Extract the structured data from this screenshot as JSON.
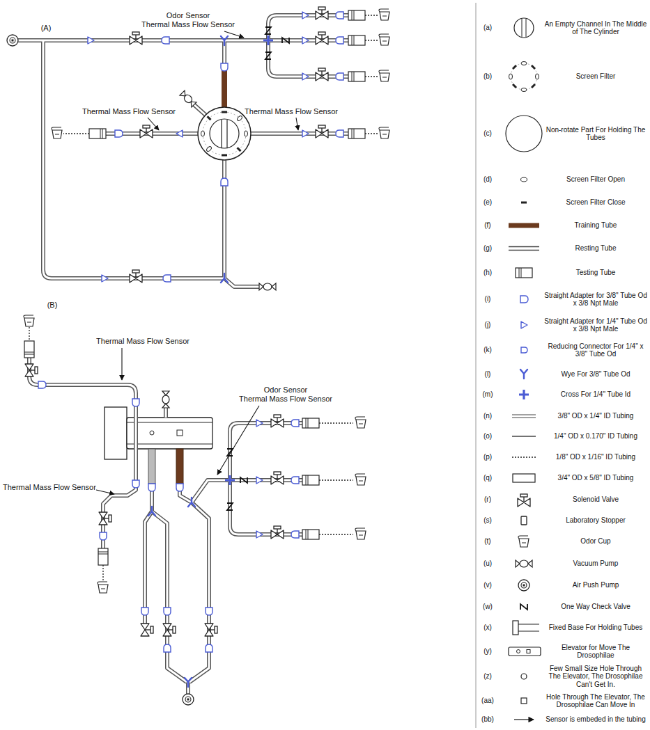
{
  "diagram": {
    "labels": [
      "(A)",
      "Odor Sensor",
      "Thermal Mass Flow Sensor",
      "Thermal Mass Flow Sensor",
      "Thermal Mass Flow Sensor",
      "(B)",
      "Thermal Mass Flow Sensor",
      "Odor Sensor",
      "Thermal Mass Flow Sensor",
      "Thermal Mass Flow Sensor",
      "(a)",
      "(b)",
      "(c)",
      "(d)",
      "(e)",
      "(f)",
      "(g)",
      "(h)",
      "(i)",
      "(j)",
      "(k)",
      "(l)",
      "(m)",
      "(n)",
      "(o)",
      "(p)",
      "(q)",
      "(r)",
      "(s)",
      "(t)",
      "(u)",
      "(v)",
      "(w)",
      "(x)",
      "(y)",
      "(z)",
      "(aa)",
      "(bb)"
    ],
    "legend": [
      {
        "text": "An Empty Channel In The Middle of The Cylinder"
      },
      {
        "text": "Screen Filter"
      },
      {
        "text": "Non-rotate Part For Holding The Tubes"
      },
      {
        "text": "Screen Filter Open"
      },
      {
        "text": "Screen Filter Close"
      },
      {
        "text": "Training Tube"
      },
      {
        "text": "Resting Tube"
      },
      {
        "text": "Testing Tube"
      },
      {
        "text": "Straight Adapter for 3/8\" Tube Od x 3/8 Npt Male"
      },
      {
        "text": "Straight Adapter for 1/4\" Tube Od x 3/8 Npt Male"
      },
      {
        "text": "Reducing Connector For 1/4\" x 3/8\" Tube Od"
      },
      {
        "text": "Wye For 3/8\" Tube Od"
      },
      {
        "text": "Cross For 1/4\" Tube Id"
      },
      {
        "text": "3/8\" OD x 1/4\" ID Tubing"
      },
      {
        "text": "1/4\" OD x 0.170\" ID Tubing"
      },
      {
        "text": "1/8\" OD x 1/16\" ID Tubing"
      },
      {
        "text": "3/4\" OD x 5/8\" ID Tubing"
      },
      {
        "text": "Solenoid Valve"
      },
      {
        "text": "Laboratory Stopper"
      },
      {
        "text": "Odor Cup"
      },
      {
        "text": "Vacuum Pump"
      },
      {
        "text": "Air Push Pump"
      },
      {
        "text": "One Way Check Valve"
      },
      {
        "text": "Fixed Base For Holding Tubes"
      },
      {
        "text": "Elevator for Move The Drosophilae"
      },
      {
        "text": "Few Small Size Hole Through The Elevator, The Drosophilae Can't Get In."
      },
      {
        "text": "Hole Through The Elevator, The Drosophilae Can Move In"
      },
      {
        "text": "Sensor is embeded in the tubing"
      }
    ]
  }
}
